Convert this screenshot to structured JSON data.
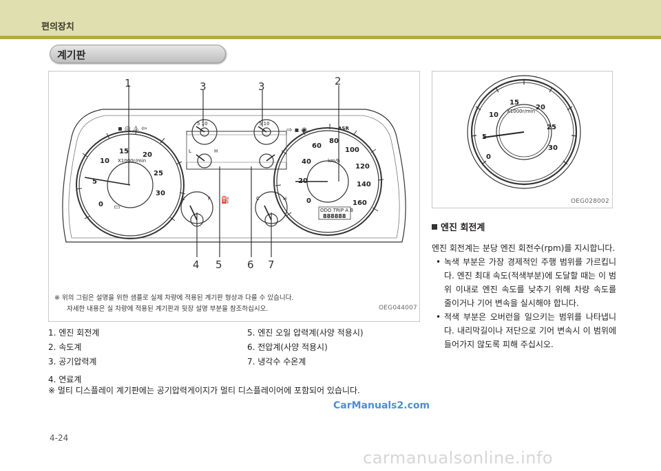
{
  "header": {
    "title": "편의장치"
  },
  "section": {
    "title": "계기판"
  },
  "figure_main": {
    "code": "OEG044007",
    "callouts": [
      "1",
      "3",
      "3",
      "2",
      "4",
      "5",
      "6",
      "7"
    ],
    "note_line1": "※ 위의 그림은 설명을 위한 샘플로 실제 차량에 적용된 계기판 형상과 다를 수 있습니다.",
    "note_line2": "자세한 내용은 실 차량에 적용된 계기판과 뒷장 설명 부분을 참조하십시오.",
    "tach_ticks": [
      "5",
      "10",
      "15",
      "20",
      "25",
      "30",
      "0"
    ],
    "tach_unit": "X1000r/min",
    "speed_ticks": [
      "0",
      "20",
      "40",
      "60",
      "80",
      "100",
      "120",
      "140",
      "160"
    ],
    "speed_unit": "km/h",
    "odo_label": "ODO  TRIP A B",
    "odo_value": "888888",
    "asr": "ASR",
    "gauge_letters": {
      "e": "E",
      "f": "F",
      "c": "C",
      "h": "H",
      "l": "L",
      "h2": "H"
    },
    "mini_ticks": "5 10"
  },
  "figure_side": {
    "code": "OEG028002",
    "tach_ticks": [
      "0",
      "5",
      "10",
      "15",
      "20",
      "25",
      "30"
    ],
    "tach_unit": "X1000r/min"
  },
  "list_left": {
    "items": [
      "1. 엔진 회전계",
      "2. 속도계",
      "3. 공기압력계",
      "4. 연료계"
    ]
  },
  "list_right": {
    "items": [
      "5. 엔진 오일 압력계(사양 적용시)",
      "6. 전압계(사양 적용시)",
      "7. 냉각수 수온계"
    ]
  },
  "note": "※ 멀티 디스플레이 계기판에는 공기압력게이지가 멀티 디스플레이어에 포함되어 있습니다.",
  "right_section": {
    "heading": "엔진 회전계",
    "intro": "엔진 회전계는 분당 엔진 회전수(rpm)를 지시합니다.",
    "bullets": [
      "녹색 부분은 가장 경제적인 주행 범위를 가르킵니다. 엔진 최대 속도(적색부분)에 도달할 때는 이 범위 이내로 엔진 속도를 낮추기 위해 차량 속도를 줄이거나 기어 변속을 실시해야 합니다.",
      "적색 부분은 오버런을 일으키는 범위를 나타냅니다. 내리막길이나 저단으로 기어 변속시 이 범위에 들어가지 않도록 피해 주십시오."
    ]
  },
  "watermark": "CarManuals2.com",
  "page_number": "4-24",
  "footer_watermark": "carmanualsonline.info"
}
